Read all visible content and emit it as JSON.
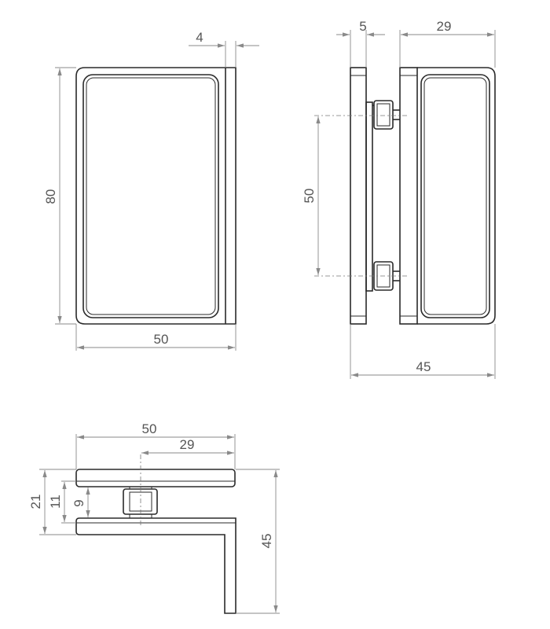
{
  "drawing": {
    "front_view": {
      "width_label": "50",
      "height_label": "80",
      "thickness_label": "4"
    },
    "side_view": {
      "plate_gap_label": "5",
      "clamp_width_label": "29",
      "bolt_spacing_label": "50",
      "overall_label": "45"
    },
    "top_view": {
      "overall_width_label": "50",
      "clamp_width_label": "29",
      "total_height_label": "21",
      "inner_height_label": "11",
      "gap_label": "9",
      "leg_length_label": "45"
    }
  },
  "colors": {
    "outline": "#2a2a2a",
    "dimension": "#8a8a8a",
    "text": "#555555"
  }
}
